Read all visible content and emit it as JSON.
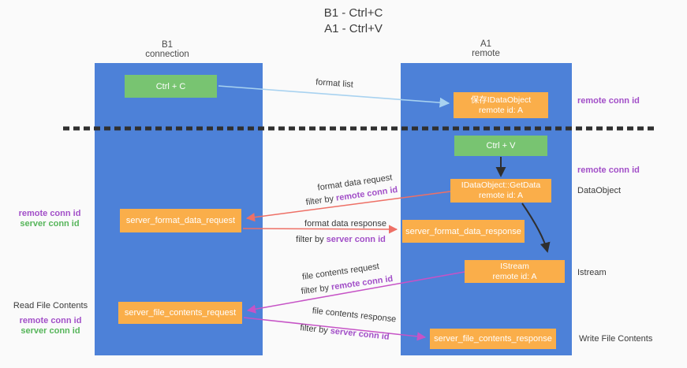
{
  "title": {
    "line1": "B1 - Ctrl+C",
    "line2": "A1 - Ctrl+V"
  },
  "lanes": {
    "left": {
      "name": "B1",
      "role": "connection"
    },
    "right": {
      "name": "A1",
      "role": "remote"
    }
  },
  "nodes": {
    "ctrl_c": {
      "label": "Ctrl + C"
    },
    "ctrl_v": {
      "label": "Ctrl + V"
    },
    "save_dataobject": {
      "line1": "保存IDataObject",
      "line2": "remote id: A"
    },
    "getdata": {
      "line1": "IDataObject::GetData",
      "line2": "remote id: A"
    },
    "istream": {
      "line1": "IStream",
      "line2": "remote id: A"
    },
    "server_format_data_request": {
      "label": "server_format_data_request"
    },
    "server_format_data_response": {
      "label": "server_format_data_response"
    },
    "server_file_contents_request": {
      "label": "server_file_contents_request"
    },
    "server_file_contents_response": {
      "label": "server_file_contents_response"
    }
  },
  "edge_labels": {
    "format_list": "format list",
    "format_data_request": "format data request",
    "format_data_response": "format data response",
    "file_contents_request": "file contents request",
    "file_contents_response": "file contents response",
    "filter_prefix": "filter by ",
    "remote_conn_id": "remote conn id",
    "server_conn_id": "server conn id"
  },
  "side_labels": {
    "left_mid": {
      "remote": "remote conn id",
      "server": "server conn id"
    },
    "left_bottom": {
      "title": "Read File Contents",
      "remote": "remote conn id",
      "server": "server conn id"
    },
    "right_top_remote": "remote conn id",
    "right_mid_remote": "remote conn id",
    "right_dataobject": "DataObject",
    "right_istream": "Istream",
    "right_write": "Write File Contents"
  },
  "colors": {
    "lane_blue": "#4d81d8",
    "node_orange": "#faae4a",
    "node_green": "#78c471",
    "arrow_lightblue": "#a8d2f0",
    "arrow_salmon": "#ee7066",
    "arrow_magenta": "#c653c6",
    "arrow_black": "#2f2f2f",
    "text_purple": "#a24fc8",
    "text_green": "#56b55a"
  }
}
